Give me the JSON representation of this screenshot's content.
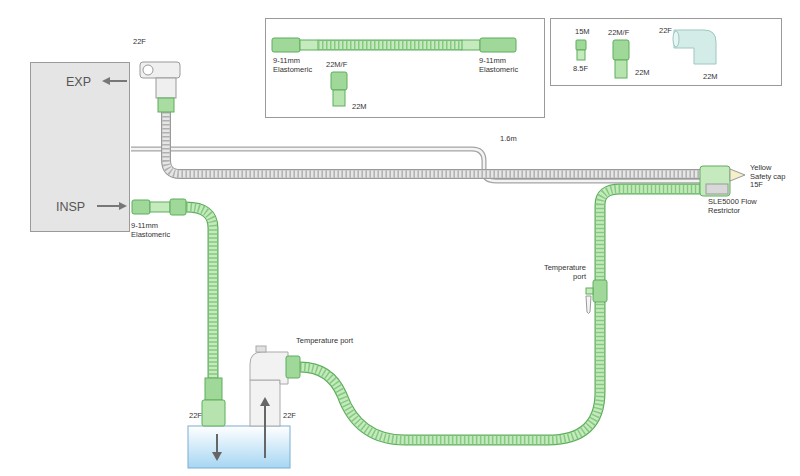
{
  "diagram": {
    "nodes": [
      {
        "text": [
          "9-11mm Elastomeric",
          "22M/F",
          "22M",
          "9-11mm Elastomeric"
        ]
      },
      {
        "text": [
          "15M",
          "8.5F",
          "22M/F",
          "22M",
          "22F",
          "22M"
        ]
      },
      {
        "text": [
          "EXP",
          "INSP"
        ]
      }
    ],
    "labels": [
      "22F",
      "9-11mm Elastomeric",
      "1.6m",
      "Yellow Safety cap 15F",
      "SLE5000 Flow Restrictor",
      "Temperature port",
      "Temperature port",
      "22F",
      "22F"
    ]
  }
}
